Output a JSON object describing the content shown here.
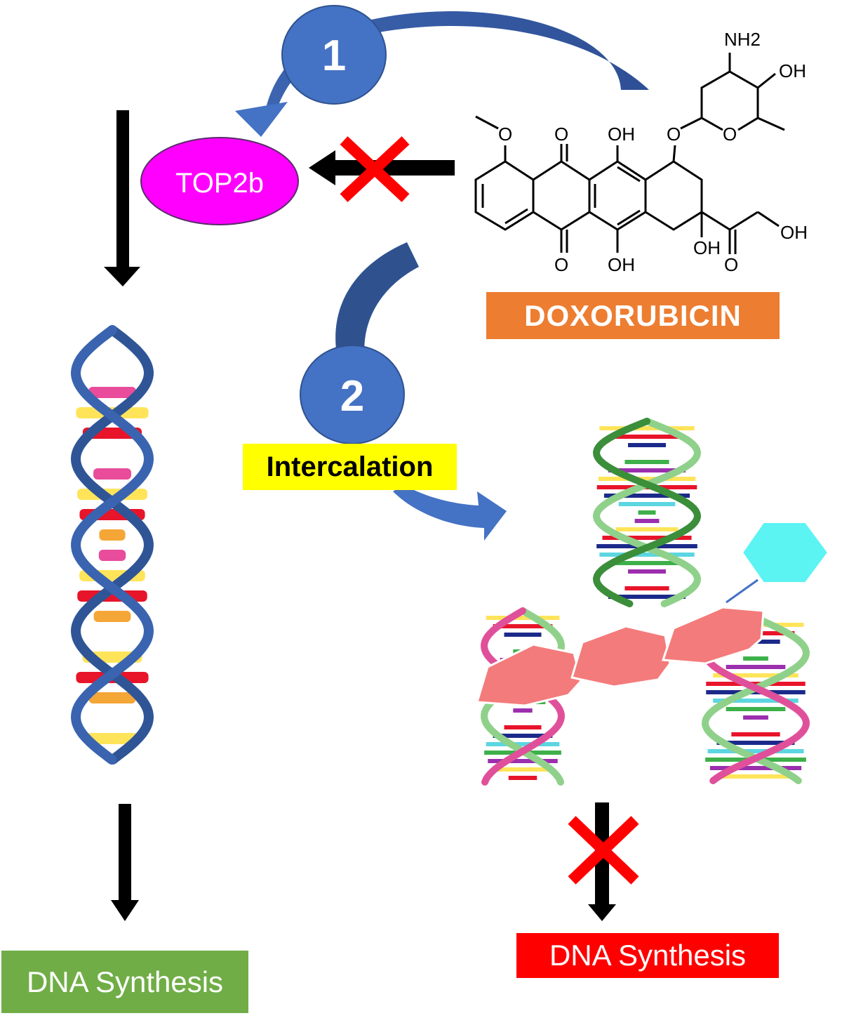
{
  "labels": {
    "step1": "1",
    "step2": "2",
    "enzyme": "TOP2b",
    "drug": "DOXORUBICIN",
    "mechanism": "Intercalation",
    "outcome_normal": "DNA Synthesis",
    "outcome_blocked": "DNA Synthesis"
  },
  "molecule": {
    "atoms": [
      "NH2",
      "OH",
      "O",
      "O",
      "O",
      "OH",
      "O",
      "OH",
      "OH",
      "O",
      "OH",
      "O"
    ]
  },
  "colors": {
    "curved_arrow": "#4472C4",
    "step_circle": "#4472C4",
    "enzyme_fill": "#FF00FF",
    "inhibition_mark": "#FF0000",
    "drug_label": "#ED7D31",
    "mechanism_label": "#FFFF00",
    "outcome_normal": "#70AD47",
    "outcome_blocked": "#FF0000",
    "dna_backbone": "#2F5597",
    "dna_strand_green": "#8FD18A",
    "dna_strand_pink": "#E0509A",
    "intercalator": "#F47B7B",
    "side_ring": "#5CF3F3"
  }
}
